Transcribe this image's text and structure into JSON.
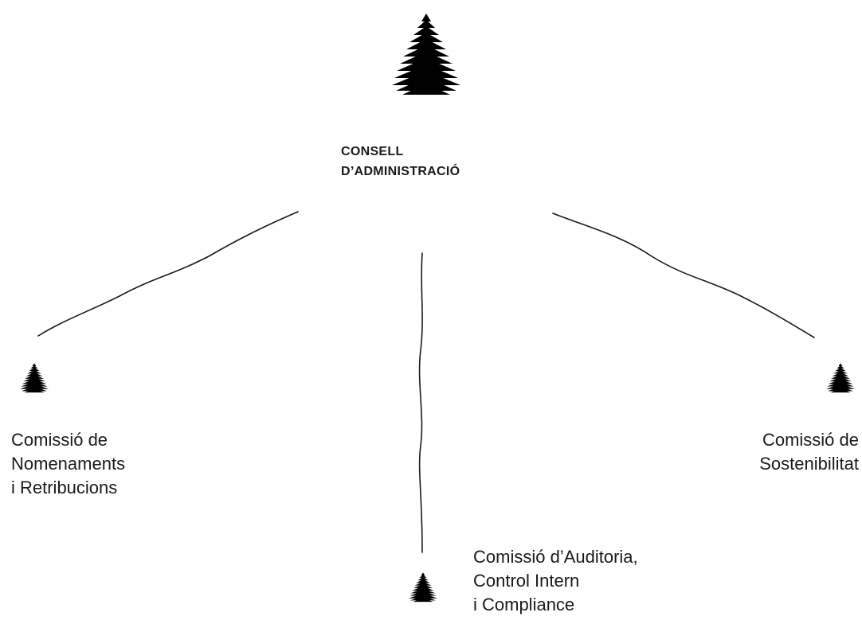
{
  "root": {
    "line1": "CONSELL",
    "line2": "D’ADMINISTRACIÓ"
  },
  "committees": {
    "left": {
      "line1": "Comissió de",
      "line2": "Nomenaments",
      "line3": "i Retribucions"
    },
    "right": {
      "line1": "Comissió de",
      "line2": "Sostenibilitat"
    },
    "bottom": {
      "line1": "Comissió d’Auditoria,",
      "line2": "Control Intern",
      "line3": "i Compliance"
    }
  },
  "colors": {
    "ink": "#1a1a1a",
    "background": "#ffffff"
  },
  "icons": {
    "node_marker": "pine-tree-icon"
  }
}
